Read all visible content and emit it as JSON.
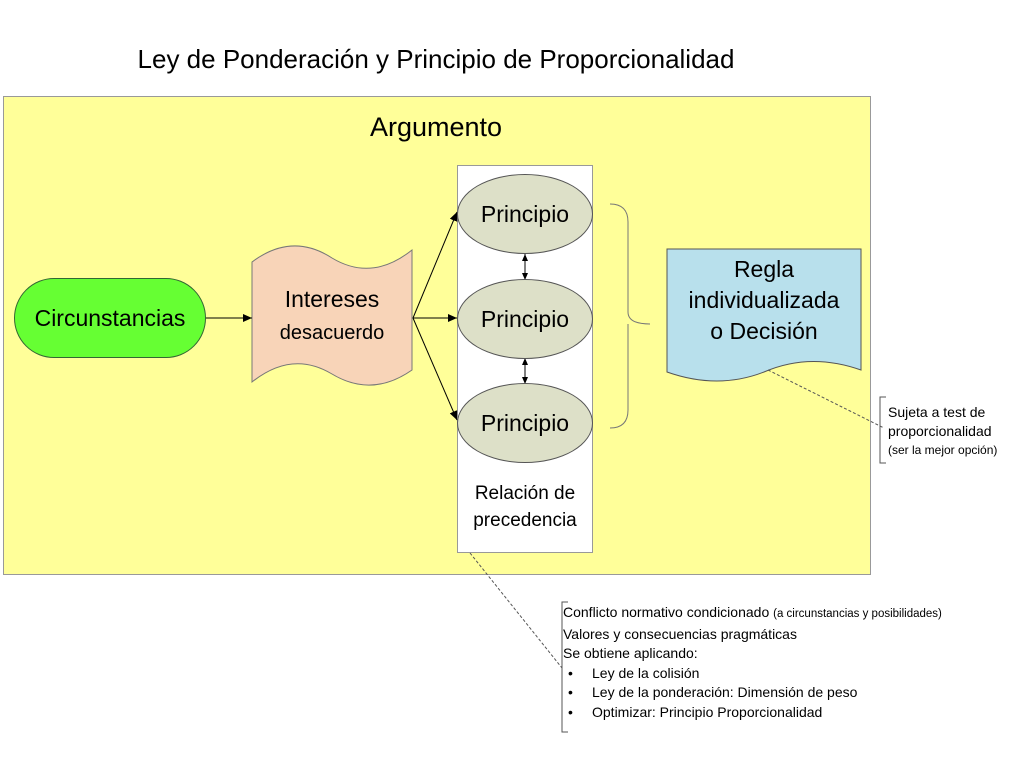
{
  "title": "Ley de Ponderación y Principio de Proporcionalidad",
  "argument_label": "Argumento",
  "circumstances": "Circunstancias",
  "interests": {
    "line1": "Intereses",
    "line2": "desacuerdo"
  },
  "principles": [
    "Principio",
    "Principio",
    "Principio"
  ],
  "precedence": {
    "line1": "Relación de",
    "line2": "precedencia"
  },
  "rule": {
    "line1": "Regla",
    "line2": "individualizada",
    "line3": "o Decisión"
  },
  "test_note": {
    "line1": "Sujeta a test de",
    "line2": "proporcionalidad",
    "line3": "(ser la mejor opción)"
  },
  "notes": {
    "line1_main": "Conflicto normativo condicionado",
    "line1_small": "(a circunstancias y posibilidades)",
    "line2": "Valores y consecuencias pragmáticas",
    "line3": "Se obtiene aplicando:",
    "bullets": [
      "Ley de la colisión",
      "Ley de la ponderación: Dimensión de peso",
      "Optimizar: Principio  Proporcionalidad"
    ]
  },
  "colors": {
    "argument_bg": "#ffff99",
    "circumstances_fill": "#66ff33",
    "interests_fill": "#f8d4b8",
    "principle_fill": "#dde0c8",
    "rule_fill": "#b8e0ec"
  }
}
